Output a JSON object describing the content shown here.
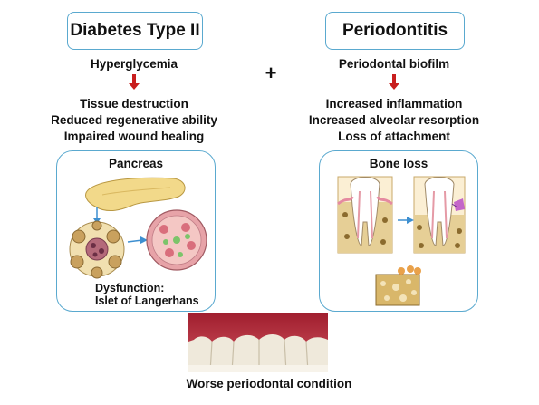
{
  "left": {
    "title": "Diabetes Type II",
    "cause": "Hyperglycemia",
    "effects": [
      "Tissue destruction",
      "Reduced regenerative ability",
      "Impaired wound healing"
    ],
    "panel_title": "Pancreas",
    "panel_caption_1": "Dysfunction:",
    "panel_caption_2": "Islet of Langerhans"
  },
  "plus": "+",
  "right": {
    "title": "Periodontitis",
    "cause": "Periodontal biofilm",
    "effects": [
      "Increased inflammation",
      "Increased alveolar resorption",
      "Loss of attachment"
    ],
    "panel_title": "Bone loss"
  },
  "bottom_caption": "Worse periodontal condition",
  "colors": {
    "box_border": "#5aa9cf",
    "arrow": "#c81e1e",
    "connector": "#3d8fd0"
  }
}
